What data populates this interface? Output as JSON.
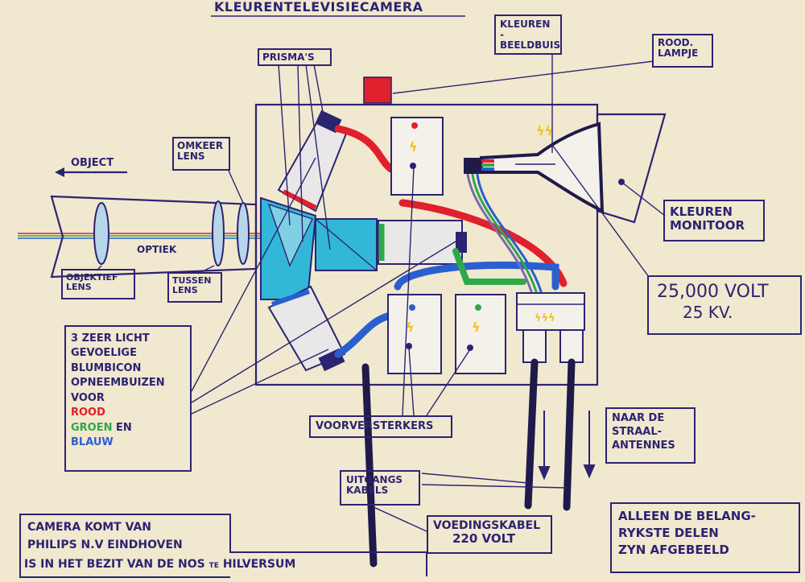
{
  "title": "KLEURENTELEVISIECAMERA",
  "labels": {
    "object": "OBJECT",
    "optiek": "OPTIEK",
    "prismas": "PRISMA'S",
    "omkeer_lens": [
      "OMKEER",
      "LENS"
    ],
    "objektief_lens": [
      "OBJEKTIEF",
      "LENS"
    ],
    "tussen_lens": [
      "TUSSEN",
      "LENS"
    ],
    "kleuren_beeldbuis": [
      "KLEUREN -",
      "BEELDBUIS"
    ],
    "rood_lampje": [
      "ROOD.",
      "LAMPJE"
    ],
    "kleuren_monitoor": [
      "KLEUREN",
      "MONITOOR"
    ],
    "voltage": [
      "25,000 VOLT",
      "25 KV."
    ],
    "voorversterkers": "VOORVERSTERKERS",
    "uitgangs_kabels": [
      "UITGANGS",
      "KABELS"
    ],
    "voedingskabel": [
      "VOEDINGSKABEL",
      "220 VOLT"
    ],
    "naar_de_straal_antennes": [
      "NAAR DE",
      "STRAAL-",
      "ANTENNES"
    ],
    "alleen_de_belangrijkste": [
      "ALLEEN DE BELANG-",
      "RYKSTE DELEN",
      "ZYN AFGEBEELD"
    ],
    "plumbicon": {
      "lines": [
        "3 ZEER LICHT",
        "GEVOELIGE",
        "BLUMBICON",
        "OPNEEMBUIZEN",
        "VOOR"
      ],
      "rood": "ROOD",
      "groen": "GROEN",
      "en": "EN",
      "blauw": "BLAUW"
    },
    "camera_origin": [
      "CAMERA    KOMT VAN",
      "PHILIPS N.V EINDHOVEN",
      "IS IN HET BEZIT  VAN DE NOS",
      "TE",
      "HILVERSUM"
    ]
  },
  "colors": {
    "ink": "#2b2470",
    "red": "#e0202c",
    "green": "#2fa84a",
    "blue": "#2a5fd0",
    "cyan": "#33b7d8",
    "yellow": "#f2c21a",
    "paper": "#f1e8d0"
  }
}
